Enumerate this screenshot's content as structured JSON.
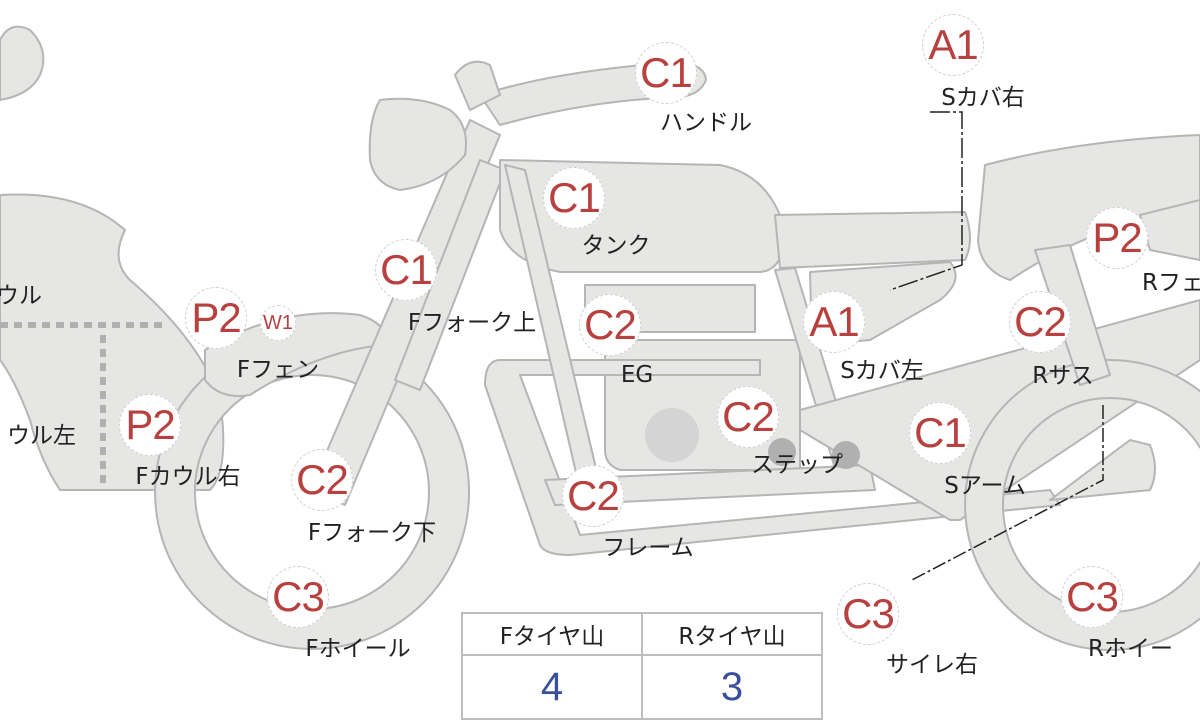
{
  "colors": {
    "part_fill": "#e6e6e4",
    "part_stroke": "#b5b5b5",
    "badge_text": "#b8403f",
    "value_text": "#3a4f9a"
  },
  "parts": [
    {
      "grade": "A1",
      "label": "Sカバ右"
    },
    {
      "grade": "C1",
      "label": "ハンドル"
    },
    {
      "grade": "C1",
      "label": "タンク"
    },
    {
      "grade": "C1",
      "label": "Fフォーク上"
    },
    {
      "grade": "P2",
      "label": "Fフェン",
      "sub_grade": "W1"
    },
    {
      "grade": "C2",
      "label": "EG"
    },
    {
      "grade": "A1",
      "label": "Sカバ左"
    },
    {
      "grade": "C2",
      "label": "Rサス"
    },
    {
      "grade": "P2",
      "label": "Rフェ"
    },
    {
      "grade": "P2",
      "label": "Fカウル右"
    },
    {
      "grade": "C2",
      "label": "ステップ"
    },
    {
      "grade": "C1",
      "label": "Sアーム"
    },
    {
      "grade": "C2",
      "label": "Fフォーク下"
    },
    {
      "grade": "C2",
      "label": "フレーム"
    },
    {
      "grade": "C3",
      "label": "Fホイール"
    },
    {
      "grade": "C3",
      "label": "サイレ右"
    },
    {
      "grade": "C3",
      "label": "Rホイー"
    }
  ],
  "cut_labels": {
    "f_cowl": "カウル",
    "f_cowl_left": "ウル左"
  },
  "tire_table": {
    "headers": [
      "Fタイヤ山",
      "Rタイヤ山"
    ],
    "values": [
      "4",
      "3"
    ]
  }
}
